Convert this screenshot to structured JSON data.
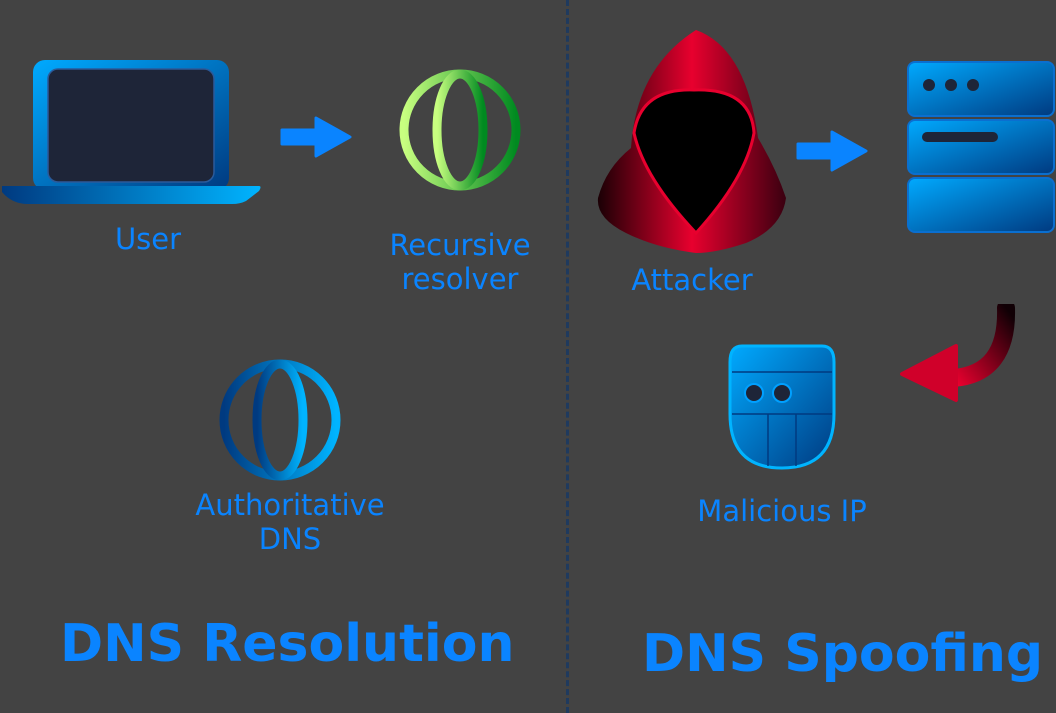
{
  "left_panel": {
    "title": "DNS Resolution",
    "nodes": [
      {
        "label": "User",
        "icon": "laptop-icon"
      },
      {
        "label_lines": [
          "Recursive",
          "resolver"
        ],
        "icon": "globe-icon"
      },
      {
        "label_lines": [
          "Authoritative",
          "DNS"
        ],
        "icon": "globe-icon"
      }
    ]
  },
  "right_panel": {
    "title": "DNS Spoofing",
    "nodes": [
      {
        "label": "Attacker",
        "icon": "hooded-attacker-icon"
      },
      {
        "label": "",
        "icon": "server-icon"
      },
      {
        "label": "Malicious IP",
        "icon": "masked-shield-icon"
      }
    ]
  },
  "colors": {
    "background": "#434343",
    "accent": "#0a84ff",
    "attacker": "#e8002e",
    "resolver": "#3cc43c"
  }
}
